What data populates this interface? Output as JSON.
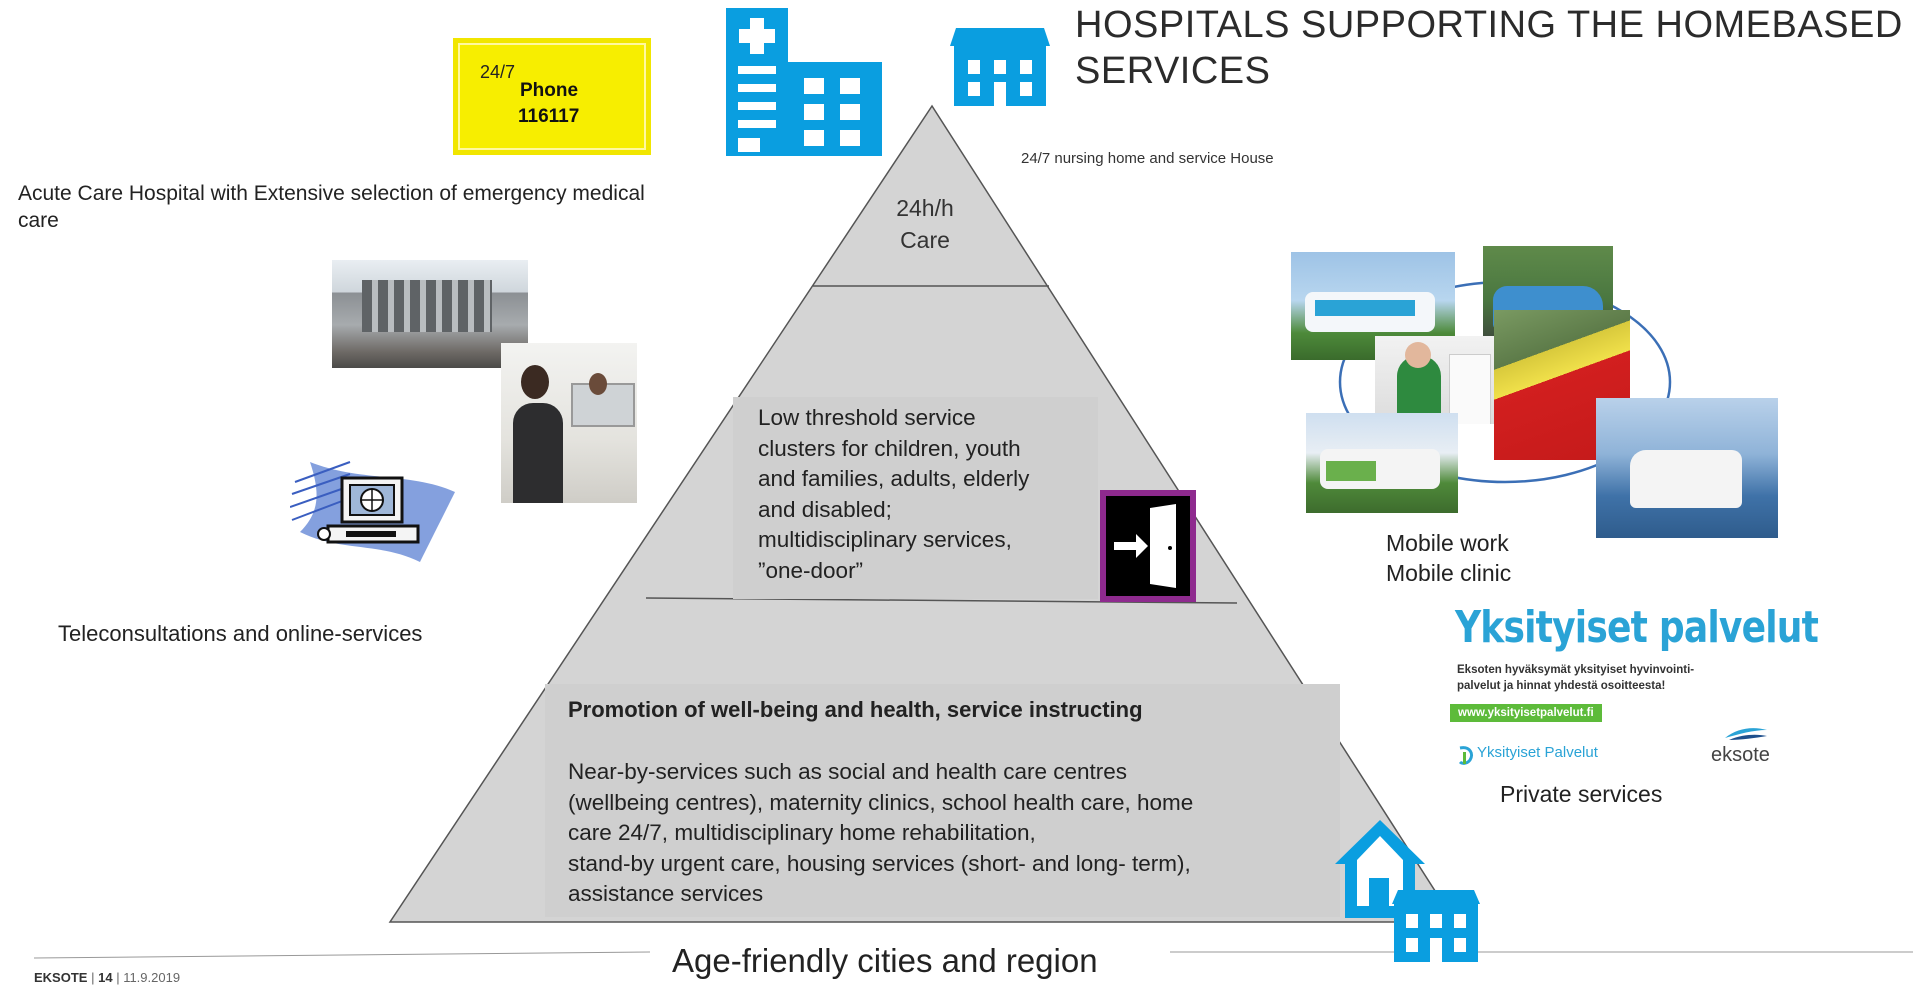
{
  "title": "HOSPITALS SUPPORTING THE HOMEBASED SERVICES",
  "phone": {
    "hours": "24/7",
    "label": "Phone",
    "number": "116117"
  },
  "acute_care": "Acute Care Hospital with Extensive selection of emergency medical care",
  "nursing_home": "24/7 nursing home  and service House",
  "pyramid": {
    "top": {
      "line1": "24h/h",
      "line2": "Care"
    },
    "middle": [
      "Low threshold service",
      "clusters for children, youth",
      "and families, adults, elderly",
      "and disabled;",
      "multidisciplinary services,",
      "”one-door”"
    ],
    "bottom_title": "Promotion of well-being and health, service instructing",
    "bottom_lines": [
      "Near-by-services such as social and health care centres",
      "(wellbeing centres), maternity clinics, school health care, home",
      "care 24/7, multidisciplinary  home rehabilitation,",
      "stand-by urgent care, housing services (short- and long- term),",
      "assistance services"
    ]
  },
  "teleconsultations": "Teleconsultations and online-services",
  "mobile": {
    "line1": "Mobile work",
    "line2": "Mobile clinic"
  },
  "private": {
    "heading": "Yksityiset palvelut",
    "desc_line1": "Eksoten hyväksymät yksityiset hyvinvointi-",
    "desc_line2": "palvelut ja hinnat yhdestä osoitteesta!",
    "url": "www.yksityisetpalvelut.fi",
    "brand": "Yksityiset Palvelut",
    "logo": "eksote",
    "caption": "Private services"
  },
  "base_caption": "Age-friendly cities and region",
  "footer": {
    "org": "EKSOTE",
    "page": "14",
    "date": "11.9.2019"
  },
  "colors": {
    "accent_blue": "#0a9ee0",
    "pyramid_gray": "#cfcfcf",
    "phone_yellow": "#f7ee00",
    "door_purple": "#8e2a8e",
    "brand_blue": "#2aa3d6",
    "brand_green": "#5dbb3a"
  },
  "icons": [
    "hospital-building-icon",
    "service-house-icon",
    "computer-icon",
    "door-exit-icon",
    "home-icon",
    "apartment-icon"
  ]
}
